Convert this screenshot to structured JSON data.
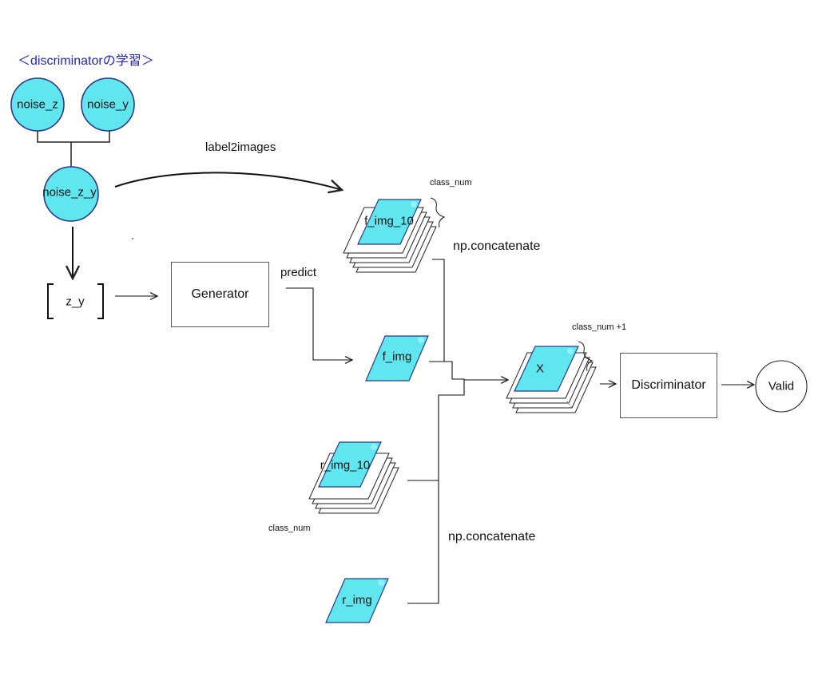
{
  "title": "＜discriminatorの学習＞",
  "nodes": {
    "noise_z": "noise_z",
    "noise_y": "noise_y",
    "noise_z_y": "noise_z_y",
    "z_y": "z_y",
    "generator": "Generator",
    "f_img_10": "f_img_10",
    "f_img": "f_img",
    "r_img_10": "r_img_10",
    "r_img": "r_img",
    "x": "X",
    "discriminator": "Discriminator",
    "valid": "Valid"
  },
  "edge_labels": {
    "label2images": "label2images",
    "predict": "predict",
    "concat_top": "np.concatenate",
    "concat_bottom": "np.concatenate"
  },
  "annotations": {
    "class_num_top": "class_num",
    "class_num_x": "class_num +1",
    "class_num_bottom": "class_num"
  },
  "colors": {
    "node_fill": "#5fe6ef",
    "node_stroke": "#2a3a8a",
    "title_color": "#2424c8"
  }
}
